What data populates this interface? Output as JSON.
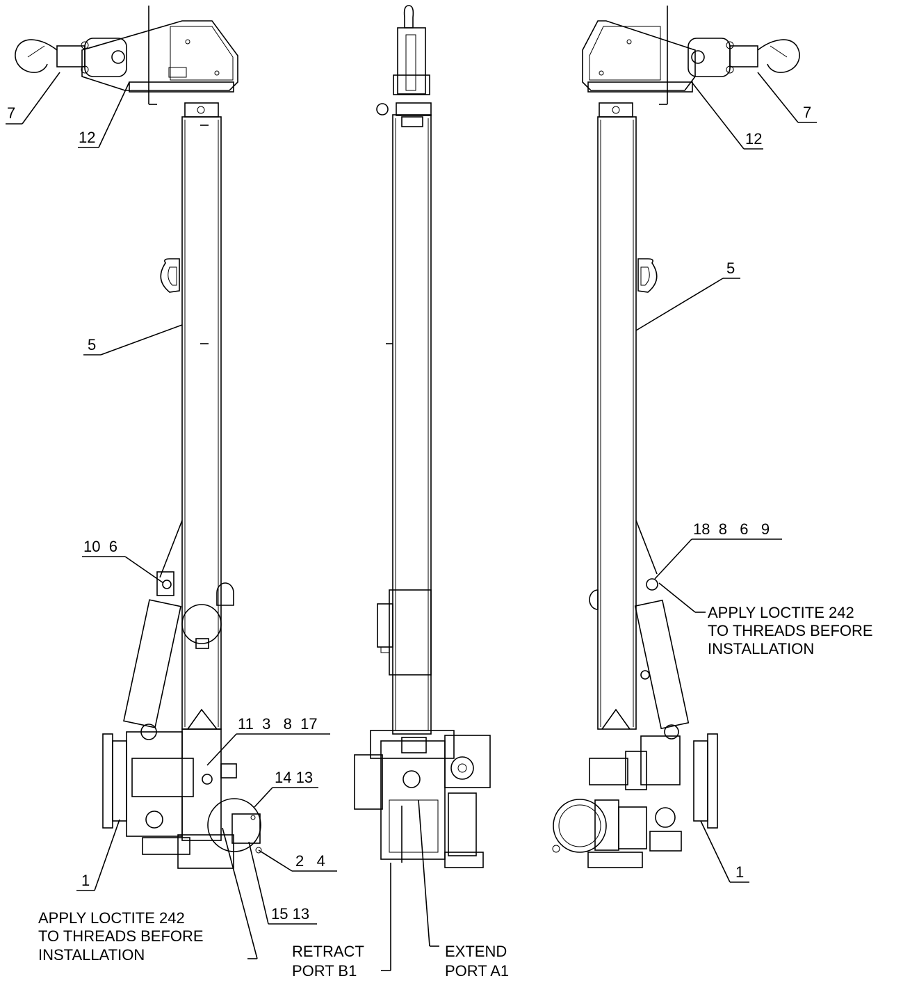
{
  "callouts": {
    "left_7": "7",
    "left_12": "12",
    "left_5": "5",
    "left_10_6": "10  6",
    "left_11_3_8_17": "11  3   8  17",
    "left_14_13": "14 13",
    "left_2_4": "2   4",
    "left_1": "1",
    "left_15_13": "15 13",
    "right_7": "7",
    "right_12": "12",
    "right_5": "5",
    "right_18_8_6_9": "18  8   6   9",
    "right_1": "1"
  },
  "notes": {
    "left_loctite": [
      "APPLY LOCTITE 242",
      "TO THREADS BEFORE",
      "INSTALLATION"
    ],
    "right_loctite": [
      "APPLY LOCTITE 242",
      "TO THREADS BEFORE",
      "INSTALLATION"
    ],
    "retract": [
      "RETRACT",
      "PORT B1"
    ],
    "extend": [
      "EXTEND",
      "PORT A1"
    ]
  }
}
